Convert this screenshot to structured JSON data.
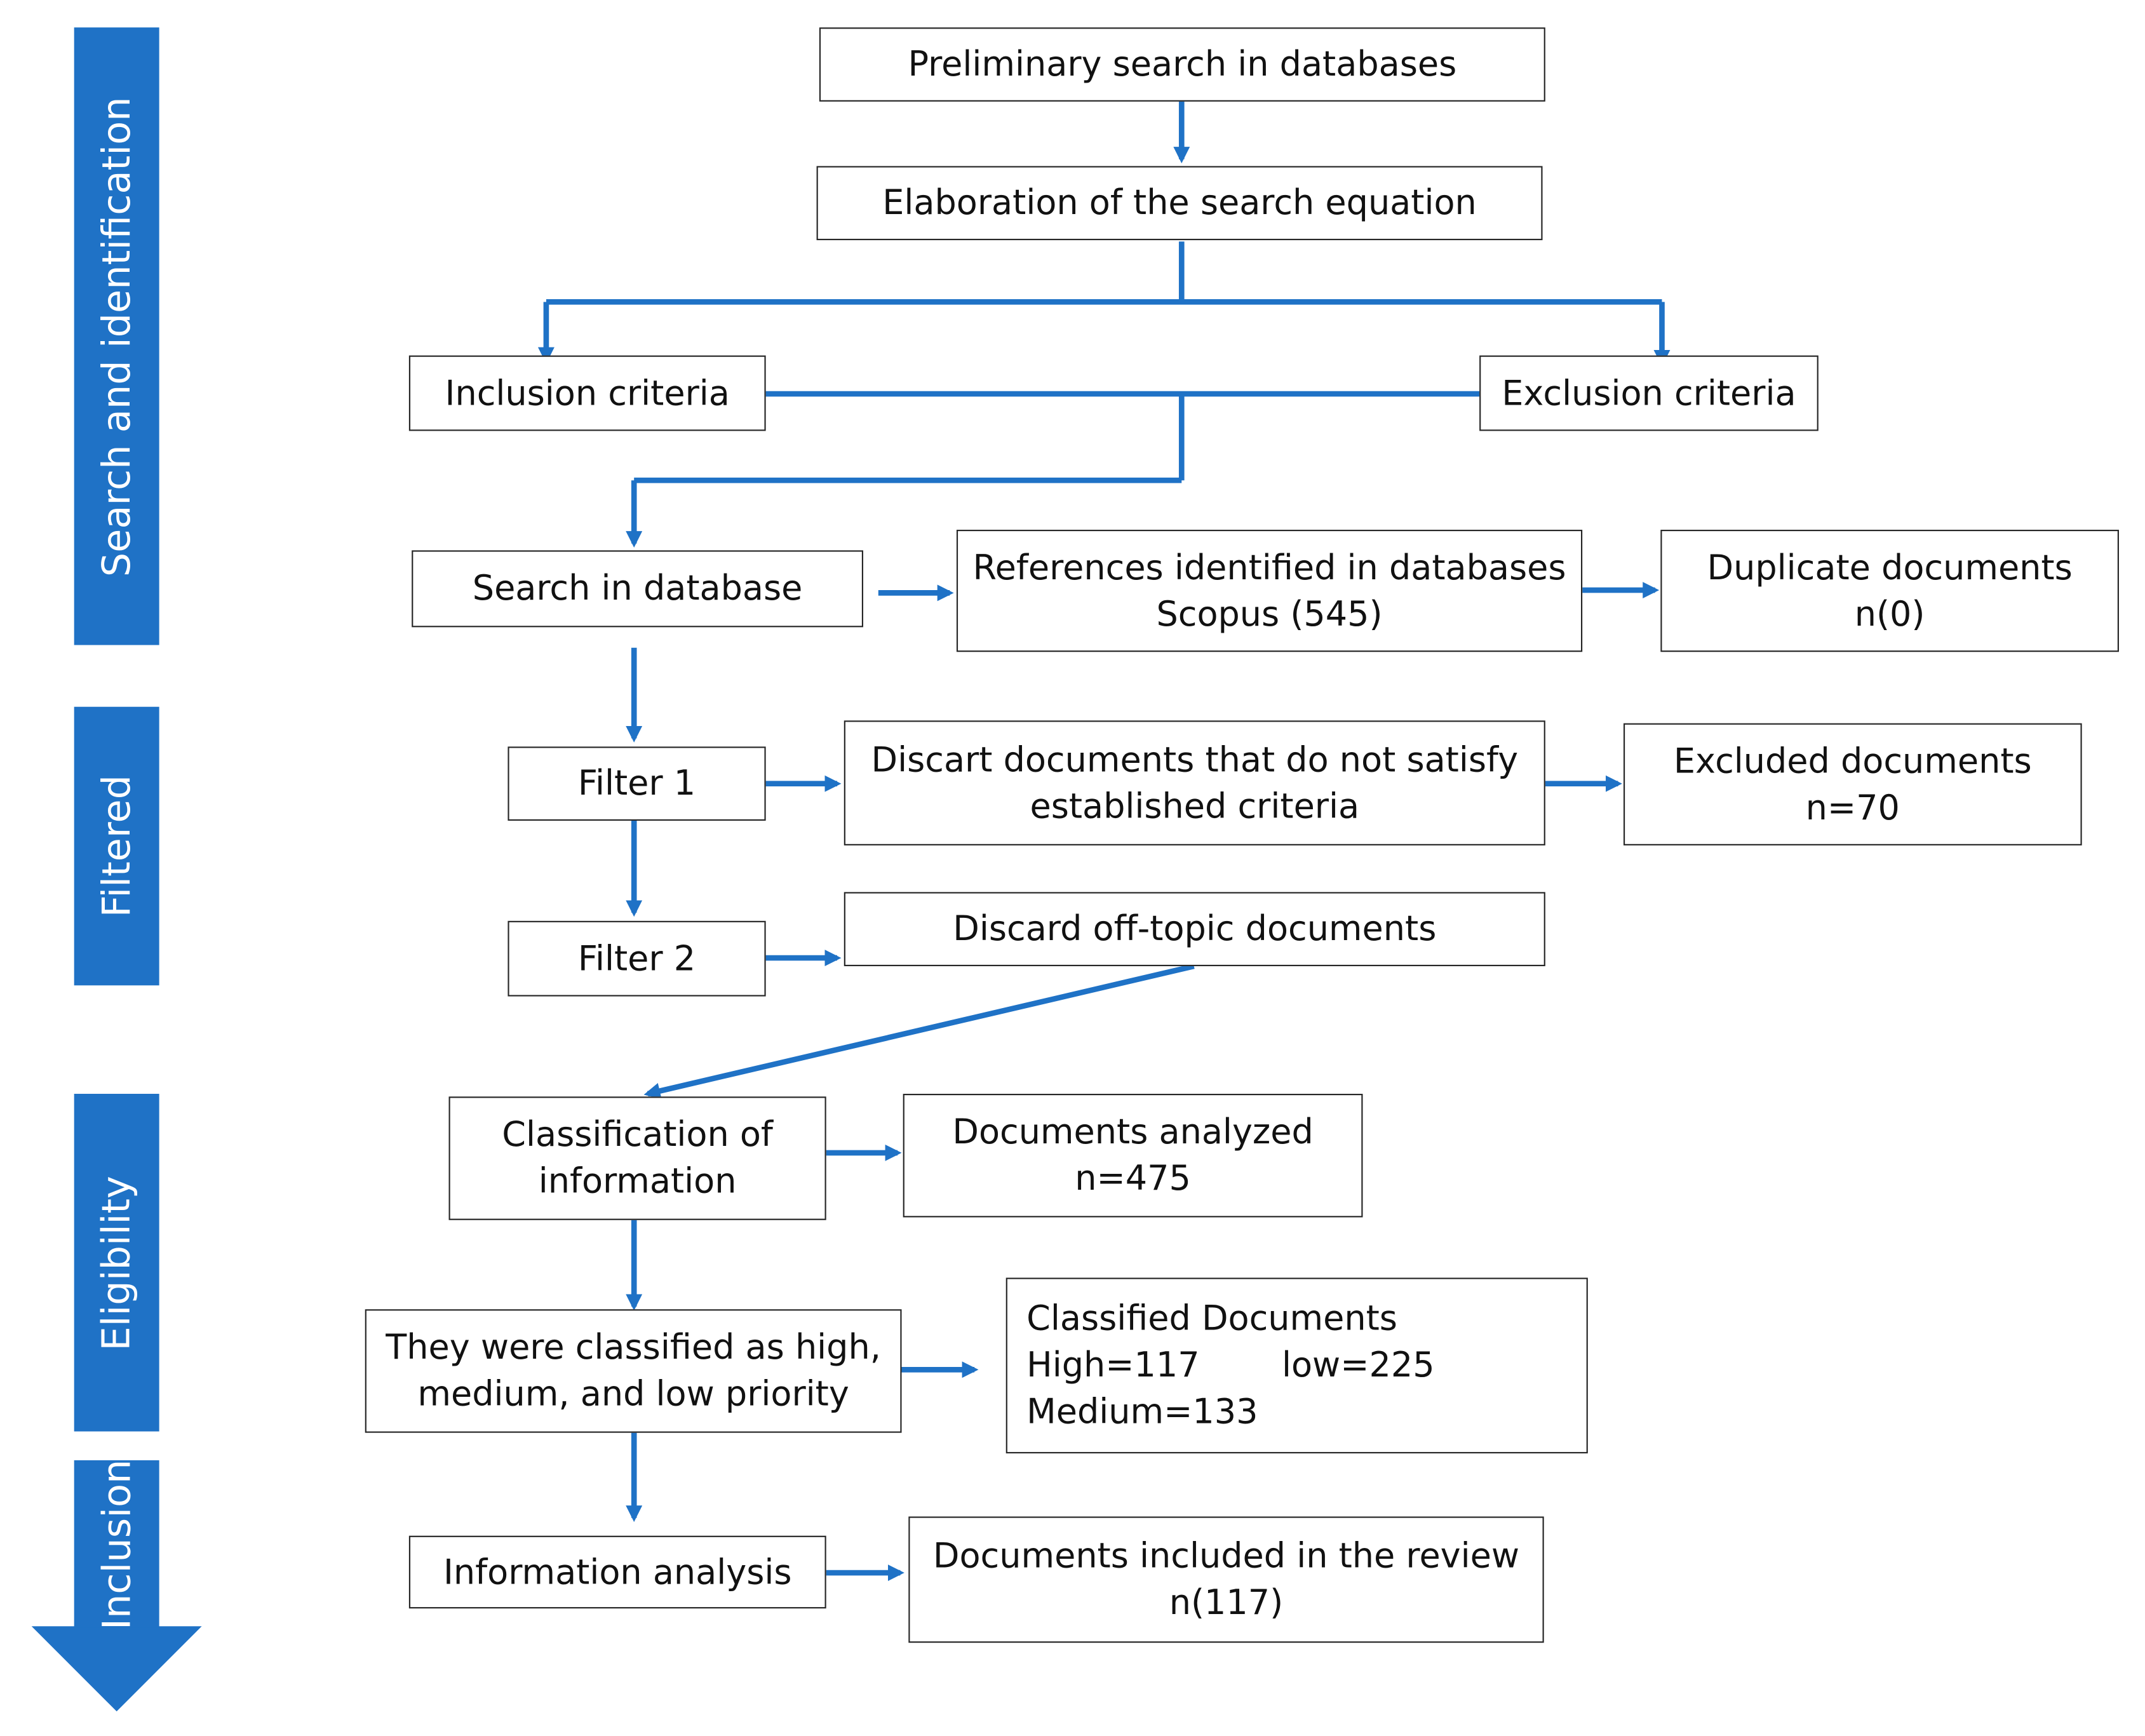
{
  "colors": {
    "arrow": "#1f72c6",
    "stage_bar": "#1f72c6",
    "box_border": "#262626",
    "text": "#111111"
  },
  "stages": {
    "search": "Search and identification",
    "filtered": "Filtered",
    "eligibility": "Eligibility",
    "inclusion": "Inclusion"
  },
  "boxes": {
    "preliminary_search": "Preliminary search in databases",
    "search_equation": "Elaboration of the search equation",
    "inclusion_criteria": "Inclusion criteria",
    "exclusion_criteria": "Exclusion criteria",
    "search_database": "Search in database",
    "references_identified": {
      "line1": "References identified in databases",
      "line2": "Scopus (545)"
    },
    "duplicate_documents": {
      "line1": "Duplicate documents",
      "line2": "n(0)"
    },
    "filter1": "Filter 1",
    "discart_documents": {
      "line1": "Discart documents that do not satisfy",
      "line2": "established criteria"
    },
    "excluded_documents": {
      "line1": "Excluded documents",
      "line2": "n=70"
    },
    "filter2": "Filter 2",
    "discard_offtopic": "Discard off-topic documents",
    "classification": {
      "line1": "Classification of",
      "line2": "information"
    },
    "documents_analyzed": {
      "line1": "Documents analyzed",
      "line2": "n=475"
    },
    "priority": {
      "line1": "They were classified as high,",
      "line2": "medium, and low priority"
    },
    "classified_documents": {
      "title": "Classified Documents",
      "high": "High=117",
      "low": "low=225",
      "medium": "Medium=133"
    },
    "information_analysis": "Information analysis",
    "documents_included": {
      "line1": "Documents included in the review",
      "line2": "n(117)"
    }
  }
}
